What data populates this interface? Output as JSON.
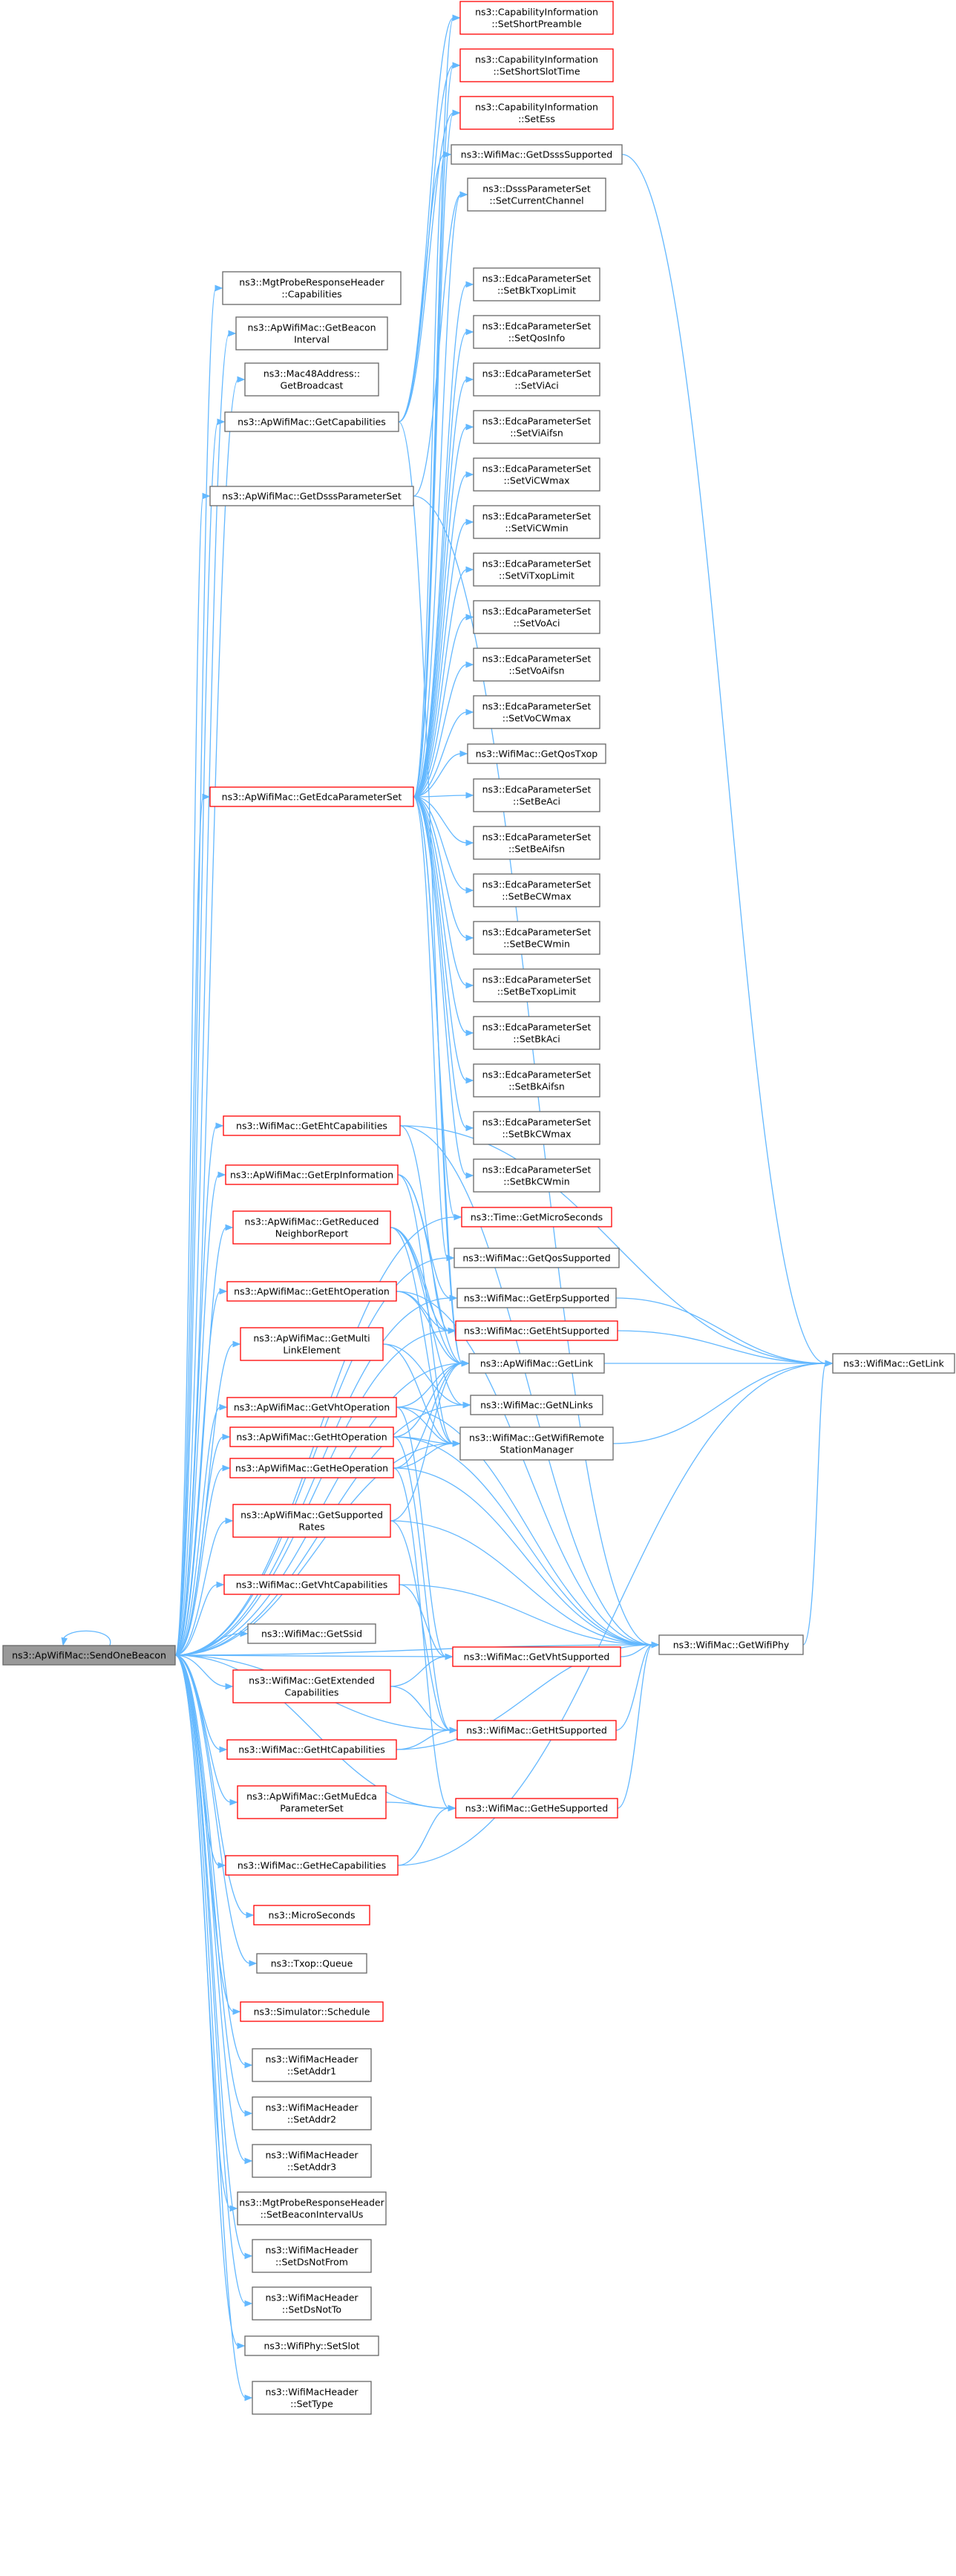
{
  "root": {
    "id": "root",
    "lines": [
      "ns3::ApWifiMac::SendOneBeacon"
    ]
  },
  "nodes": [
    {
      "id": "mgt_caps",
      "lines": [
        "ns3::MgtProbeResponseHeader",
        "::Capabilities"
      ],
      "red": false
    },
    {
      "id": "get_beacon_interval",
      "lines": [
        "ns3::ApWifiMac::GetBeacon",
        "Interval"
      ],
      "red": false
    },
    {
      "id": "mac48_broadcast",
      "lines": [
        "ns3::Mac48Address::",
        "GetBroadcast"
      ],
      "red": false
    },
    {
      "id": "ap_get_capabilities",
      "lines": [
        "ns3::ApWifiMac::GetCapabilities"
      ],
      "red": false
    },
    {
      "id": "ap_get_dsss_paramset",
      "lines": [
        "ns3::ApWifiMac::GetDsssParameterSet"
      ],
      "red": false
    },
    {
      "id": "ap_get_edca_paramset",
      "lines": [
        "ns3::ApWifiMac::GetEdcaParameterSet"
      ],
      "red": true
    },
    {
      "id": "wm_get_eht_caps",
      "lines": [
        "ns3::WifiMac::GetEhtCapabilities"
      ],
      "red": true
    },
    {
      "id": "ap_get_erp_info",
      "lines": [
        "ns3::ApWifiMac::GetErpInformation"
      ],
      "red": true
    },
    {
      "id": "ap_get_reduced_nr",
      "lines": [
        "ns3::ApWifiMac::GetReduced",
        "NeighborReport"
      ],
      "red": true
    },
    {
      "id": "ap_get_eht_op",
      "lines": [
        "ns3::ApWifiMac::GetEhtOperation"
      ],
      "red": true
    },
    {
      "id": "ap_get_multi_link",
      "lines": [
        "ns3::ApWifiMac::GetMulti",
        "LinkElement"
      ],
      "red": true
    },
    {
      "id": "ap_get_vht_op",
      "lines": [
        "ns3::ApWifiMac::GetVhtOperation"
      ],
      "red": true
    },
    {
      "id": "ap_get_ht_op",
      "lines": [
        "ns3::ApWifiMac::GetHtOperation"
      ],
      "red": true
    },
    {
      "id": "ap_get_he_op",
      "lines": [
        "ns3::ApWifiMac::GetHeOperation"
      ],
      "red": true
    },
    {
      "id": "ap_get_supported_rates",
      "lines": [
        "ns3::ApWifiMac::GetSupported",
        "Rates"
      ],
      "red": true
    },
    {
      "id": "wm_get_vht_caps",
      "lines": [
        "ns3::WifiMac::GetVhtCapabilities"
      ],
      "red": true
    },
    {
      "id": "wm_get_ssid",
      "lines": [
        "ns3::WifiMac::GetSsid"
      ],
      "red": false
    },
    {
      "id": "wm_get_ext_caps",
      "lines": [
        "ns3::WifiMac::GetExtended",
        "Capabilities"
      ],
      "red": true
    },
    {
      "id": "wm_get_ht_caps",
      "lines": [
        "ns3::WifiMac::GetHtCapabilities"
      ],
      "red": true
    },
    {
      "id": "ap_get_mu_edca",
      "lines": [
        "ns3::ApWifiMac::GetMuEdca",
        "ParameterSet"
      ],
      "red": true
    },
    {
      "id": "wm_get_he_caps",
      "lines": [
        "ns3::WifiMac::GetHeCapabilities"
      ],
      "red": true
    },
    {
      "id": "microseconds",
      "lines": [
        "ns3::MicroSeconds"
      ],
      "red": true
    },
    {
      "id": "txop_queue",
      "lines": [
        "ns3::Txop::Queue"
      ],
      "red": false
    },
    {
      "id": "sim_schedule",
      "lines": [
        "ns3::Simulator::Schedule"
      ],
      "red": true
    },
    {
      "id": "hdr_addr1",
      "lines": [
        "ns3::WifiMacHeader",
        "::SetAddr1"
      ],
      "red": false
    },
    {
      "id": "hdr_addr2",
      "lines": [
        "ns3::WifiMacHeader",
        "::SetAddr2"
      ],
      "red": false
    },
    {
      "id": "hdr_addr3",
      "lines": [
        "ns3::WifiMacHeader",
        "::SetAddr3"
      ],
      "red": false
    },
    {
      "id": "mgt_set_beacon_us",
      "lines": [
        "ns3::MgtProbeResponseHeader",
        "::SetBeaconIntervalUs"
      ],
      "red": false
    },
    {
      "id": "hdr_ds_not_from",
      "lines": [
        "ns3::WifiMacHeader",
        "::SetDsNotFrom"
      ],
      "red": false
    },
    {
      "id": "hdr_ds_not_to",
      "lines": [
        "ns3::WifiMacHeader",
        "::SetDsNotTo"
      ],
      "red": false
    },
    {
      "id": "phy_set_slot",
      "lines": [
        "ns3::WifiPhy::SetSlot"
      ],
      "red": false
    },
    {
      "id": "hdr_set_type",
      "lines": [
        "ns3::WifiMacHeader",
        "::SetType"
      ],
      "red": false
    },
    {
      "id": "cap_short_preamble",
      "lines": [
        "ns3::CapabilityInformation",
        "::SetShortPreamble"
      ],
      "red": true
    },
    {
      "id": "cap_short_slot",
      "lines": [
        "ns3::CapabilityInformation",
        "::SetShortSlotTime"
      ],
      "red": true
    },
    {
      "id": "cap_ess",
      "lines": [
        "ns3::CapabilityInformation",
        "::SetEss"
      ],
      "red": true
    },
    {
      "id": "wm_get_dsss_supported",
      "lines": [
        "ns3::WifiMac::GetDsssSupported"
      ],
      "red": false
    },
    {
      "id": "dsss_set_channel",
      "lines": [
        "ns3::DsssParameterSet",
        "::SetCurrentChannel"
      ],
      "red": false
    },
    {
      "id": "edca_bk_txop",
      "lines": [
        "ns3::EdcaParameterSet",
        "::SetBkTxopLimit"
      ],
      "red": false
    },
    {
      "id": "edca_qos_info",
      "lines": [
        "ns3::EdcaParameterSet",
        "::SetQosInfo"
      ],
      "red": false
    },
    {
      "id": "edca_vi_aci",
      "lines": [
        "ns3::EdcaParameterSet",
        "::SetViAci"
      ],
      "red": false
    },
    {
      "id": "edca_vi_aifsn",
      "lines": [
        "ns3::EdcaParameterSet",
        "::SetViAifsn"
      ],
      "red": false
    },
    {
      "id": "edca_vi_cwmax",
      "lines": [
        "ns3::EdcaParameterSet",
        "::SetViCWmax"
      ],
      "red": false
    },
    {
      "id": "edca_vi_cwmin",
      "lines": [
        "ns3::EdcaParameterSet",
        "::SetViCWmin"
      ],
      "red": false
    },
    {
      "id": "edca_vi_txop",
      "lines": [
        "ns3::EdcaParameterSet",
        "::SetViTxopLimit"
      ],
      "red": false
    },
    {
      "id": "edca_vo_aci",
      "lines": [
        "ns3::EdcaParameterSet",
        "::SetVoAci"
      ],
      "red": false
    },
    {
      "id": "edca_vo_aifsn",
      "lines": [
        "ns3::EdcaParameterSet",
        "::SetVoAifsn"
      ],
      "red": false
    },
    {
      "id": "edca_vo_cwmax",
      "lines": [
        "ns3::EdcaParameterSet",
        "::SetVoCWmax"
      ],
      "red": false
    },
    {
      "id": "wm_get_qos_txop",
      "lines": [
        "ns3::WifiMac::GetQosTxop"
      ],
      "red": false
    },
    {
      "id": "edca_be_aci",
      "lines": [
        "ns3::EdcaParameterSet",
        "::SetBeAci"
      ],
      "red": false
    },
    {
      "id": "edca_be_aifsn",
      "lines": [
        "ns3::EdcaParameterSet",
        "::SetBeAifsn"
      ],
      "red": false
    },
    {
      "id": "edca_be_cwmax",
      "lines": [
        "ns3::EdcaParameterSet",
        "::SetBeCWmax"
      ],
      "red": false
    },
    {
      "id": "edca_be_cwmin",
      "lines": [
        "ns3::EdcaParameterSet",
        "::SetBeCWmin"
      ],
      "red": false
    },
    {
      "id": "edca_be_txop",
      "lines": [
        "ns3::EdcaParameterSet",
        "::SetBeTxopLimit"
      ],
      "red": false
    },
    {
      "id": "edca_bk_aci",
      "lines": [
        "ns3::EdcaParameterSet",
        "::SetBkAci"
      ],
      "red": false
    },
    {
      "id": "edca_bk_aifsn",
      "lines": [
        "ns3::EdcaParameterSet",
        "::SetBkAifsn"
      ],
      "red": false
    },
    {
      "id": "edca_bk_cwmax",
      "lines": [
        "ns3::EdcaParameterSet",
        "::SetBkCWmax"
      ],
      "red": false
    },
    {
      "id": "edca_bk_cwmin",
      "lines": [
        "ns3::EdcaParameterSet",
        "::SetBkCWmin"
      ],
      "red": false
    },
    {
      "id": "time_get_us",
      "lines": [
        "ns3::Time::GetMicroSeconds"
      ],
      "red": true
    },
    {
      "id": "wm_get_qos_supported",
      "lines": [
        "ns3::WifiMac::GetQosSupported"
      ],
      "red": false
    },
    {
      "id": "wm_get_erp_supported",
      "lines": [
        "ns3::WifiMac::GetErpSupported"
      ],
      "red": false
    },
    {
      "id": "wm_get_eht_supported",
      "lines": [
        "ns3::WifiMac::GetEhtSupported"
      ],
      "red": true
    },
    {
      "id": "ap_get_link",
      "lines": [
        "ns3::ApWifiMac::GetLink"
      ],
      "red": false
    },
    {
      "id": "wm_get_nlinks",
      "lines": [
        "ns3::WifiMac::GetNLinks"
      ],
      "red": false
    },
    {
      "id": "wm_get_remote_sm",
      "lines": [
        "ns3::WifiMac::GetWifiRemote",
        "StationManager"
      ],
      "red": false
    },
    {
      "id": "wm_get_vht_supported",
      "lines": [
        "ns3::WifiMac::GetVhtSupported"
      ],
      "red": true
    },
    {
      "id": "wm_get_ht_supported",
      "lines": [
        "ns3::WifiMac::GetHtSupported"
      ],
      "red": true
    },
    {
      "id": "wm_get_he_supported",
      "lines": [
        "ns3::WifiMac::GetHeSupported"
      ],
      "red": true
    },
    {
      "id": "wm_get_wifi_phy",
      "lines": [
        "ns3::WifiMac::GetWifiPhy"
      ],
      "red": false
    },
    {
      "id": "wm_get_link",
      "lines": [
        "ns3::WifiMac::GetLink"
      ],
      "red": false
    }
  ],
  "edges": [
    [
      "root",
      "root"
    ],
    [
      "root",
      "mgt_caps"
    ],
    [
      "root",
      "get_beacon_interval"
    ],
    [
      "root",
      "mac48_broadcast"
    ],
    [
      "root",
      "ap_get_capabilities"
    ],
    [
      "root",
      "ap_get_dsss_paramset"
    ],
    [
      "root",
      "ap_get_edca_paramset"
    ],
    [
      "root",
      "wm_get_eht_caps"
    ],
    [
      "root",
      "ap_get_erp_info"
    ],
    [
      "root",
      "ap_get_reduced_nr"
    ],
    [
      "root",
      "ap_get_eht_op"
    ],
    [
      "root",
      "ap_get_multi_link"
    ],
    [
      "root",
      "ap_get_vht_op"
    ],
    [
      "root",
      "ap_get_ht_op"
    ],
    [
      "root",
      "ap_get_he_op"
    ],
    [
      "root",
      "ap_get_supported_rates"
    ],
    [
      "root",
      "wm_get_vht_caps"
    ],
    [
      "root",
      "wm_get_ssid"
    ],
    [
      "root",
      "wm_get_ext_caps"
    ],
    [
      "root",
      "wm_get_ht_caps"
    ],
    [
      "root",
      "ap_get_mu_edca"
    ],
    [
      "root",
      "wm_get_he_caps"
    ],
    [
      "root",
      "microseconds"
    ],
    [
      "root",
      "txop_queue"
    ],
    [
      "root",
      "sim_schedule"
    ],
    [
      "root",
      "hdr_addr1"
    ],
    [
      "root",
      "hdr_addr2"
    ],
    [
      "root",
      "hdr_addr3"
    ],
    [
      "root",
      "mgt_set_beacon_us"
    ],
    [
      "root",
      "hdr_ds_not_from"
    ],
    [
      "root",
      "hdr_ds_not_to"
    ],
    [
      "root",
      "phy_set_slot"
    ],
    [
      "root",
      "hdr_set_type"
    ],
    [
      "root",
      "ap_get_link"
    ],
    [
      "root",
      "wm_get_nlinks"
    ],
    [
      "root",
      "wm_get_remote_sm"
    ],
    [
      "root",
      "wm_get_wifi_phy"
    ],
    [
      "root",
      "wm_get_eht_supported"
    ],
    [
      "root",
      "wm_get_erp_supported"
    ],
    [
      "root",
      "time_get_us"
    ],
    [
      "root",
      "wm_get_qos_supported"
    ],
    [
      "root",
      "wm_get_vht_supported"
    ],
    [
      "root",
      "wm_get_ht_supported"
    ],
    [
      "root",
      "wm_get_he_supported"
    ],
    [
      "ap_get_capabilities",
      "cap_short_preamble"
    ],
    [
      "ap_get_capabilities",
      "cap_short_slot"
    ],
    [
      "ap_get_capabilities",
      "cap_ess"
    ],
    [
      "ap_get_capabilities",
      "wm_get_dsss_supported"
    ],
    [
      "ap_get_capabilities",
      "ap_get_link"
    ],
    [
      "ap_get_dsss_paramset",
      "dsss_set_channel"
    ],
    [
      "ap_get_dsss_paramset",
      "wm_get_wifi_phy"
    ],
    [
      "ap_get_edca_paramset",
      "cap_short_preamble"
    ],
    [
      "ap_get_edca_paramset",
      "cap_short_slot"
    ],
    [
      "ap_get_edca_paramset",
      "cap_ess"
    ],
    [
      "ap_get_edca_paramset",
      "wm_get_dsss_supported"
    ],
    [
      "ap_get_edca_paramset",
      "dsss_set_channel"
    ],
    [
      "ap_get_edca_paramset",
      "edca_bk_txop"
    ],
    [
      "ap_get_edca_paramset",
      "edca_qos_info"
    ],
    [
      "ap_get_edca_paramset",
      "edca_vi_aci"
    ],
    [
      "ap_get_edca_paramset",
      "edca_vi_aifsn"
    ],
    [
      "ap_get_edca_paramset",
      "edca_vi_cwmax"
    ],
    [
      "ap_get_edca_paramset",
      "edca_vi_cwmin"
    ],
    [
      "ap_get_edca_paramset",
      "edca_vi_txop"
    ],
    [
      "ap_get_edca_paramset",
      "edca_vo_aci"
    ],
    [
      "ap_get_edca_paramset",
      "edca_vo_aifsn"
    ],
    [
      "ap_get_edca_paramset",
      "edca_vo_cwmax"
    ],
    [
      "ap_get_edca_paramset",
      "wm_get_qos_txop"
    ],
    [
      "ap_get_edca_paramset",
      "edca_be_aci"
    ],
    [
      "ap_get_edca_paramset",
      "edca_be_aifsn"
    ],
    [
      "ap_get_edca_paramset",
      "edca_be_cwmax"
    ],
    [
      "ap_get_edca_paramset",
      "edca_be_cwmin"
    ],
    [
      "ap_get_edca_paramset",
      "edca_be_txop"
    ],
    [
      "ap_get_edca_paramset",
      "edca_bk_aci"
    ],
    [
      "ap_get_edca_paramset",
      "edca_bk_aifsn"
    ],
    [
      "ap_get_edca_paramset",
      "edca_bk_cwmax"
    ],
    [
      "ap_get_edca_paramset",
      "edca_bk_cwmin"
    ],
    [
      "ap_get_edca_paramset",
      "time_get_us"
    ],
    [
      "ap_get_edca_paramset",
      "wm_get_qos_supported"
    ],
    [
      "ap_get_edca_paramset",
      "ap_get_link"
    ],
    [
      "wm_get_eht_caps",
      "wm_get_eht_supported"
    ],
    [
      "wm_get_eht_caps",
      "wm_get_link"
    ],
    [
      "wm_get_eht_caps",
      "wm_get_wifi_phy"
    ],
    [
      "ap_get_erp_info",
      "wm_get_erp_supported"
    ],
    [
      "ap_get_erp_info",
      "ap_get_link"
    ],
    [
      "ap_get_erp_info",
      "wm_get_remote_sm"
    ],
    [
      "ap_get_reduced_nr",
      "wm_get_eht_supported"
    ],
    [
      "ap_get_reduced_nr",
      "ap_get_link"
    ],
    [
      "ap_get_reduced_nr",
      "wm_get_nlinks"
    ],
    [
      "ap_get_reduced_nr",
      "wm_get_remote_sm"
    ],
    [
      "ap_get_eht_op",
      "ap_get_link"
    ],
    [
      "ap_get_eht_op",
      "wm_get_wifi_phy"
    ],
    [
      "ap_get_eht_op",
      "wm_get_eht_supported"
    ],
    [
      "ap_get_multi_link",
      "wm_get_nlinks"
    ],
    [
      "ap_get_multi_link",
      "wm_get_remote_sm"
    ],
    [
      "ap_get_vht_op",
      "ap_get_link"
    ],
    [
      "ap_get_vht_op",
      "wm_get_remote_sm"
    ],
    [
      "ap_get_vht_op",
      "wm_get_wifi_phy"
    ],
    [
      "ap_get_vht_op",
      "wm_get_vht_supported"
    ],
    [
      "ap_get_ht_op",
      "ap_get_link"
    ],
    [
      "ap_get_ht_op",
      "wm_get_remote_sm"
    ],
    [
      "ap_get_ht_op",
      "wm_get_wifi_phy"
    ],
    [
      "ap_get_ht_op",
      "wm_get_ht_supported"
    ],
    [
      "ap_get_he_op",
      "ap_get_link"
    ],
    [
      "ap_get_he_op",
      "wm_get_remote_sm"
    ],
    [
      "ap_get_he_op",
      "wm_get_wifi_phy"
    ],
    [
      "ap_get_he_op",
      "wm_get_he_supported"
    ],
    [
      "ap_get_supported_rates",
      "wm_get_wifi_phy"
    ],
    [
      "ap_get_supported_rates",
      "ap_get_link"
    ],
    [
      "ap_get_supported_rates",
      "wm_get_ht_supported"
    ],
    [
      "wm_get_vht_caps",
      "wm_get_vht_supported"
    ],
    [
      "wm_get_vht_caps",
      "wm_get_wifi_phy"
    ],
    [
      "wm_get_ext_caps",
      "wm_get_ht_supported"
    ],
    [
      "wm_get_ext_caps",
      "wm_get_vht_supported"
    ],
    [
      "wm_get_ht_caps",
      "wm_get_ht_supported"
    ],
    [
      "wm_get_ht_caps",
      "wm_get_wifi_phy"
    ],
    [
      "ap_get_mu_edca",
      "wm_get_he_supported"
    ],
    [
      "wm_get_he_caps",
      "wm_get_he_supported"
    ],
    [
      "wm_get_he_caps",
      "wm_get_link"
    ],
    [
      "wm_get_dsss_supported",
      "wm_get_link"
    ],
    [
      "wm_get_erp_supported",
      "wm_get_link"
    ],
    [
      "wm_get_eht_supported",
      "wm_get_link"
    ],
    [
      "ap_get_link",
      "wm_get_link"
    ],
    [
      "wm_get_remote_sm",
      "wm_get_link"
    ],
    [
      "wm_get_vht_supported",
      "wm_get_wifi_phy"
    ],
    [
      "wm_get_ht_supported",
      "wm_get_wifi_phy"
    ],
    [
      "wm_get_he_supported",
      "wm_get_wifi_phy"
    ],
    [
      "wm_get_wifi_phy",
      "wm_get_link"
    ]
  ]
}
